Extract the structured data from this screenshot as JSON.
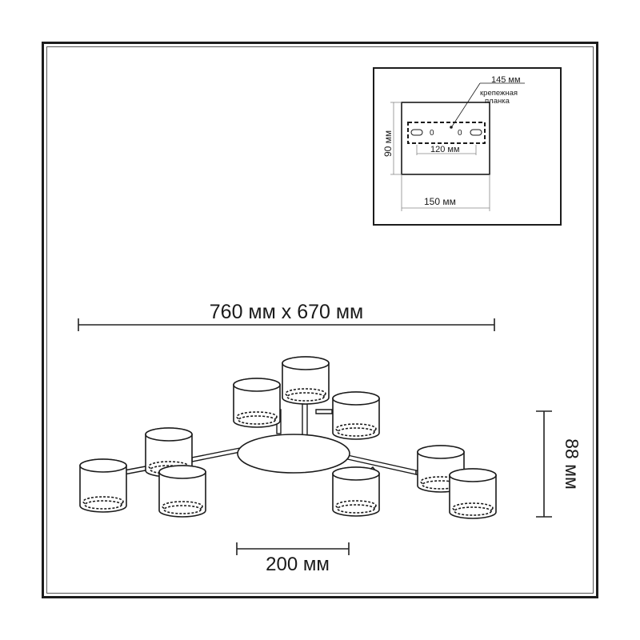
{
  "drawing": {
    "overall_size": "760 мм x 670 мм",
    "height": "88 мм",
    "base_diameter": "200 мм"
  },
  "mounting_plate": {
    "plate_width": "145 мм",
    "plate_label_line1": "крепежная",
    "plate_label_line2": "планка",
    "height": "90 мм",
    "hole_spacing": "120 мм",
    "width": "150 мм",
    "hole_mark_left": "0",
    "hole_mark_right": "0"
  }
}
